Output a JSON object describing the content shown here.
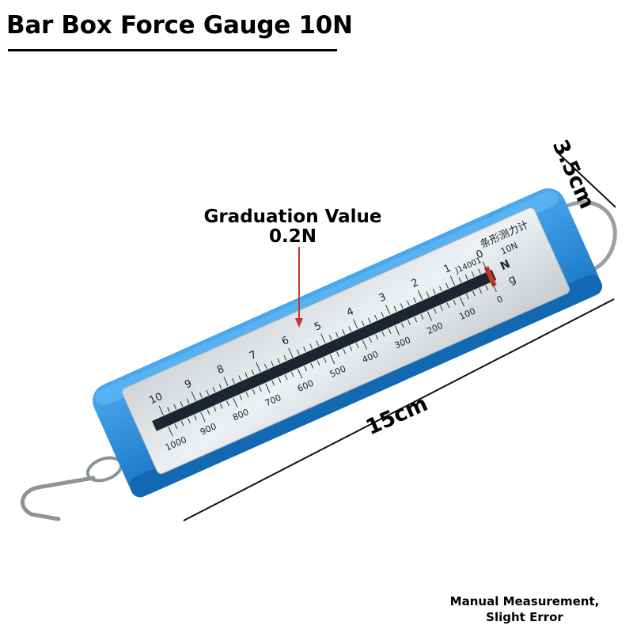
{
  "title": "Bar Box Force Gauge 10N",
  "annotation": {
    "line1": "Graduation Value",
    "line2": "0.2N"
  },
  "dimensions": {
    "length": "15cm",
    "width": "3.5cm"
  },
  "footnote": {
    "line1": "Manual Measurement,",
    "line2": "Slight Error"
  },
  "gauge": {
    "cn_name": "条形测力计",
    "model": "J14001",
    "capacity": "10N",
    "unit_n": "N",
    "unit_g": "g",
    "newton_scale": [
      "0",
      "1",
      "2",
      "3",
      "4",
      "5",
      "6",
      "7",
      "8",
      "9",
      "10"
    ],
    "gram_scale": [
      "0",
      "100",
      "200",
      "300",
      "400",
      "500",
      "600",
      "700",
      "800",
      "900",
      "1000"
    ]
  },
  "colors": {
    "case_blue": "#1e8ee0",
    "case_blue_light": "#58b4f2",
    "plate_steel": "#dfe3e6",
    "pointer_red": "#c0392b"
  }
}
